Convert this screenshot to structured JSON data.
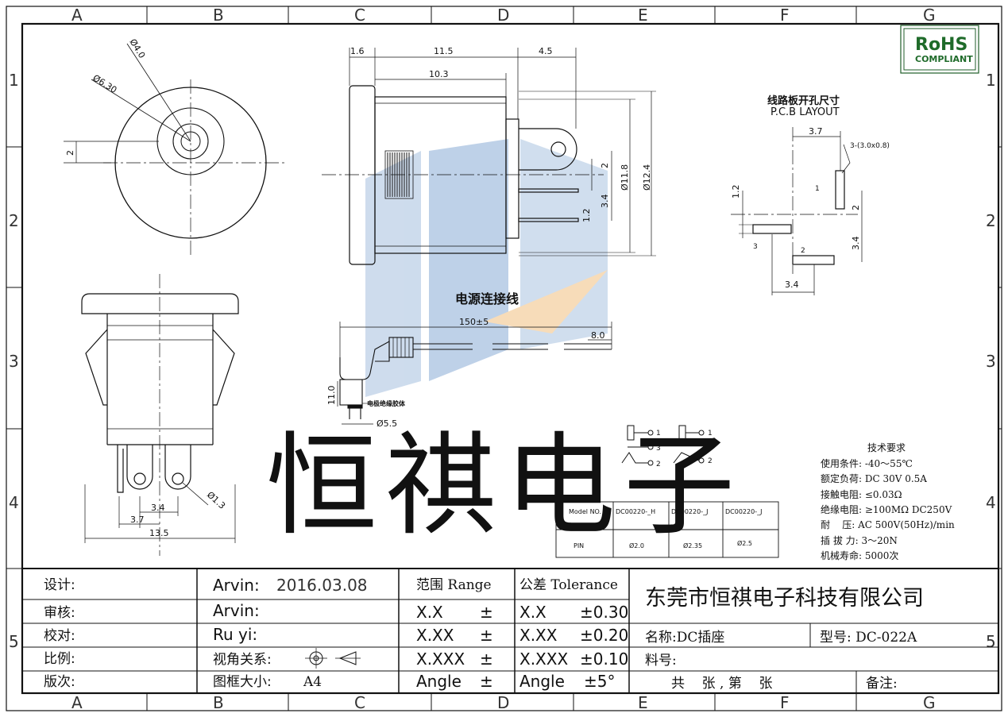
{
  "zones": {
    "columns": [
      "A",
      "B",
      "C",
      "D",
      "E",
      "F",
      "G"
    ],
    "rows": [
      "1",
      "2",
      "3",
      "4",
      "5"
    ]
  },
  "rohs": {
    "line1": "RoHS",
    "line2": "COMPLIANT"
  },
  "front_view": {
    "dims": [
      "Ø4.0",
      "Ø6.30",
      "2"
    ]
  },
  "side_view": {
    "dims": [
      "1.6",
      "11.5",
      "4.5",
      "10.3",
      "2",
      "3.4",
      "1.2",
      "Ø11.8",
      "Ø12.4"
    ]
  },
  "pcb_layout": {
    "title_cn": "线路板开孔尺寸",
    "title_en": "P.C.B LAYOUT",
    "dims": [
      "3.7",
      "3-(3.0x0.8)",
      "1.2",
      "2",
      "3.4",
      "3.4"
    ],
    "pins": [
      "1",
      "3",
      "2"
    ]
  },
  "cable": {
    "title": "电源连接线",
    "dims": [
      "150±5",
      "8.0",
      "11.0",
      "Ø5.5"
    ],
    "note": "电极绝缘胶体"
  },
  "bottom_view": {
    "dims": [
      "3.4",
      "3.7",
      "13.5",
      "Ø1.3"
    ]
  },
  "schematic": {
    "pins_left": [
      "1",
      "3",
      "2"
    ],
    "pins_right": [
      "1",
      "2"
    ]
  },
  "pin_table": {
    "header": [
      "Model NO.",
      "DC00220-_H",
      "DC00220-_J",
      "DC00220-_J"
    ],
    "row": [
      "PIN",
      "Ø2.0",
      "Ø2.35",
      "Ø2.5"
    ]
  },
  "specs": {
    "title": "技术要求",
    "lines": [
      "使用条件: -40～55℃",
      "额定负荷: DC 30V 0.5A",
      "接触电阻: ≤0.03Ω",
      "绝缘电阻: ≥100MΩ DC250V",
      "耐    压: AC 500V(50Hz)/min",
      "插 拔 力: 3～20N",
      "机械寿命: 5000次"
    ]
  },
  "watermark": {
    "text": "恒祺电子"
  },
  "title_block": {
    "labels": [
      "设计:",
      "审核:",
      "校对:",
      "比例:",
      "版次:"
    ],
    "design": {
      "name": "Arvin:",
      "date": "2016.03.08"
    },
    "review": "Arvin:",
    "check": "Ru yi:",
    "view_angle": "视角关系:",
    "frame_size_label": "图框大小:",
    "frame_size": "A4",
    "range_header": "范围 Range",
    "tolerance_header": "公差 Tolerance",
    "ranges": [
      "X.X",
      "X.XX",
      "X.XXX",
      "Angle"
    ],
    "pm": "±",
    "tolerances": [
      "X.X",
      "X.XX",
      "X.XXX",
      "Angle"
    ],
    "tolerance_values": [
      "±0.30",
      "±0.20",
      "±0.10",
      "±5°"
    ],
    "company": "东莞市恒祺电子科技有限公司",
    "name": "名称:DC插座",
    "model": "型号: DC-022A",
    "part_no": "料号:",
    "sheets": "共    张 , 第    张",
    "remark": "备注:"
  }
}
